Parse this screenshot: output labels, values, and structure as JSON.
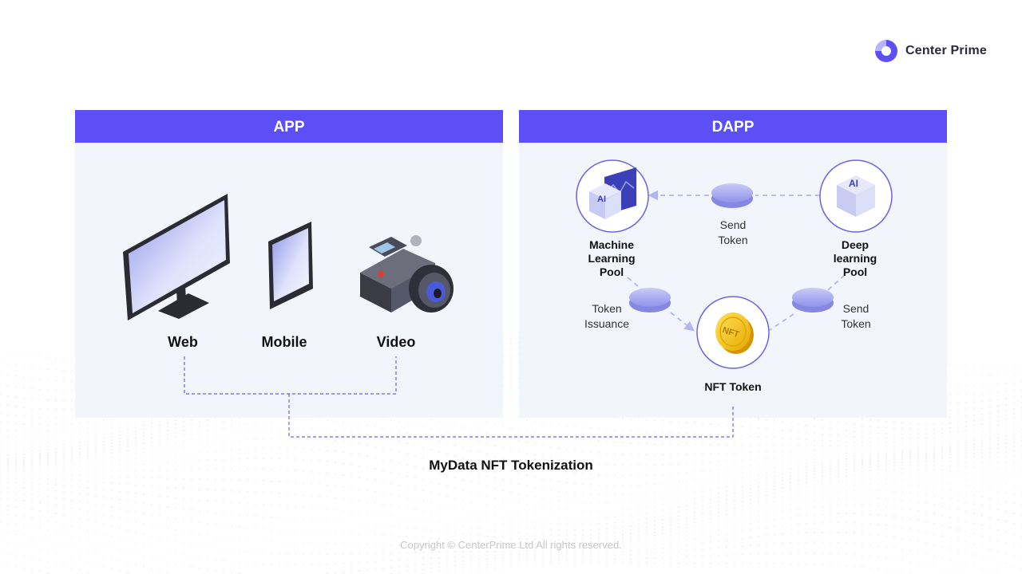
{
  "brand": {
    "name": "Center Prime",
    "logo_icon": "brand-logo-icon"
  },
  "panels": {
    "app": {
      "title": "APP"
    },
    "dapp": {
      "title": "DAPP"
    }
  },
  "devices": [
    {
      "label": "Web",
      "icon": "monitor-icon"
    },
    {
      "label": "Mobile",
      "icon": "tablet-icon"
    },
    {
      "label": "Video",
      "icon": "camera-icon"
    }
  ],
  "dapp_nodes": {
    "machine_learning": {
      "label": "Machine\nLearning\nPool",
      "icon": "ai-cube-chart-icon"
    },
    "deep_learning": {
      "label": "Deep\nlearning\nPool",
      "icon": "ai-cube-icon"
    },
    "nft_token": {
      "label": "NFT Token",
      "icon": "nft-coin-icon",
      "coin_text": "NFT"
    }
  },
  "flows": {
    "send_token_top": "Send\nToken",
    "token_issuance": "Token\nIssuance",
    "send_token_right": "Send\nToken"
  },
  "caption": "MyData NFT Tokenization",
  "copyright": "Copyright © CenterPrime Ltd All rights reserved.",
  "colors": {
    "accent": "#5b4ff5",
    "panel_bg": "#f3f5fc",
    "connector": "#6d62e8",
    "coin_gold": "#f5c21b",
    "token_lavender": "#a9acf2"
  }
}
